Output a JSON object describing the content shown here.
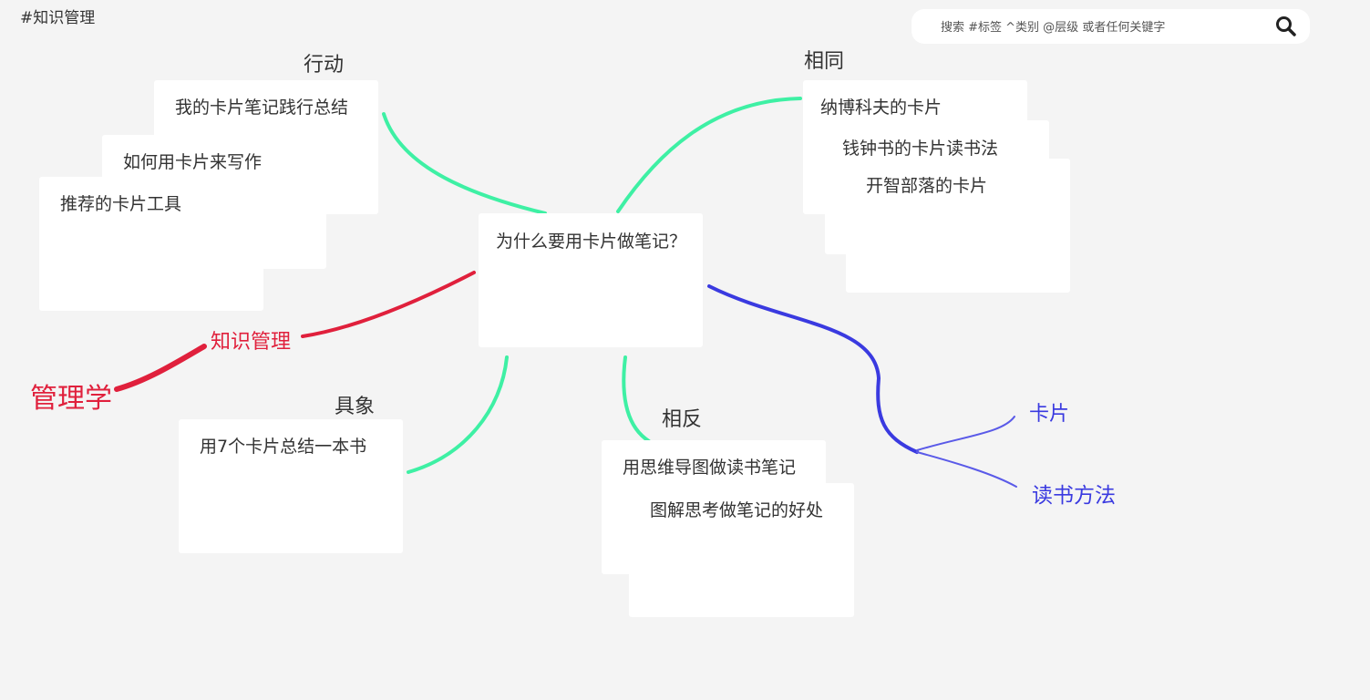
{
  "page": {
    "tag_title": "#知识管理"
  },
  "search": {
    "placeholder": "搜索 #标签 ^类别 @层级 或者任何关键字",
    "value": ""
  },
  "center_card": {
    "title": "为什么要用卡片做笔记？"
  },
  "relations": {
    "action": {
      "label": "行动",
      "cards": [
        "我的卡片笔记践行总结",
        "如何用卡片来写作",
        "推荐的卡片工具"
      ]
    },
    "same": {
      "label": "相同",
      "cards": [
        "纳博科夫的卡片",
        "钱钟书的卡片读书法",
        "开智部落的卡片"
      ]
    },
    "concrete": {
      "label": "具象",
      "cards": [
        "用7个卡片总结一本书"
      ]
    },
    "opposite": {
      "label": "相反",
      "cards": [
        "用思维导图做读书笔记",
        "图解思考做笔记的好处"
      ]
    }
  },
  "tags": {
    "parent_tag": "知识管理",
    "grandparent_tag": "管理学",
    "child_tags": [
      "卡片",
      "读书方法"
    ]
  },
  "colors": {
    "background": "#f4f4f4",
    "relation_line": "#3ef0a4",
    "parent_tag": "#e0203c",
    "child_tag": "#3a3ae0"
  }
}
